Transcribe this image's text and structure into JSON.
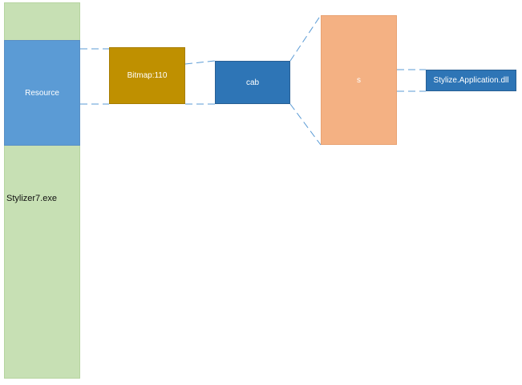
{
  "nodes": {
    "exe": {
      "label": "Stylizer7.exe",
      "color": "#c7e0b4"
    },
    "resource": {
      "label": "Resource",
      "color": "#5b9bd5"
    },
    "bitmap": {
      "label": "Bitmap:110",
      "color": "#bf9000"
    },
    "cab": {
      "label": "cab",
      "color": "#2e75b6"
    },
    "s": {
      "label": "s",
      "color": "#f4b183"
    },
    "dll": {
      "label": "Stylize.Application.dll",
      "color": "#2e75b6"
    }
  },
  "connector_color": "#5b9bd5"
}
